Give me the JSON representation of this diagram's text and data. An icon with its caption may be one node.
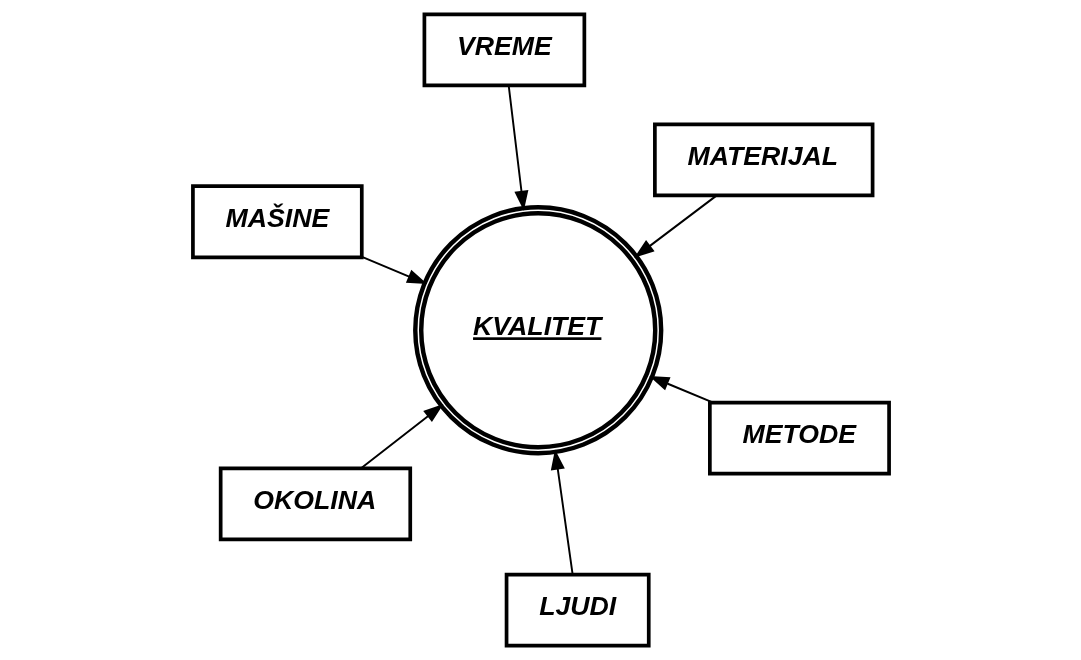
{
  "diagram": {
    "nodes": [
      {
        "text": [
          "MAŠINE"
        ]
      },
      {
        "text": [
          "METODE"
        ]
      },
      {
        "text": [
          "LJUDI"
        ]
      },
      {
        "text": [
          "KVALITET"
        ]
      },
      {
        "text": [
          "MATERIJAL"
        ]
      },
      {
        "text": [
          "VREME"
        ]
      },
      {
        "text": [
          "OKOLINA"
        ]
      }
    ],
    "edges": [
      {
        "from": 0,
        "to": 3,
        "arrow": "to"
      },
      {
        "from": 1,
        "to": 3,
        "arrow": "to"
      },
      {
        "from": 2,
        "to": 3,
        "arrow": "to"
      },
      {
        "from": 4,
        "to": 3,
        "arrow": "to"
      },
      {
        "from": 5,
        "to": 3,
        "arrow": "to"
      },
      {
        "from": 6,
        "to": 3,
        "arrow": "to"
      }
    ]
  }
}
